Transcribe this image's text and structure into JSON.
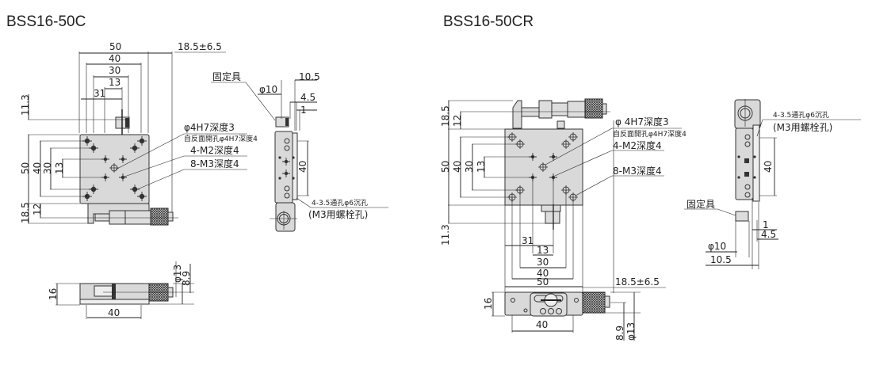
{
  "left_title": "BSS16-50C",
  "right_title": "BSS16-50CR",
  "left": {
    "top_dims": [
      "50",
      "40",
      "30",
      "13",
      "31"
    ],
    "stroke_dim": "18.5±6.5",
    "vertical_dims": [
      "11.3",
      "50",
      "40",
      "30",
      "13",
      "18.5",
      "12"
    ],
    "callouts": {
      "hole1": "φ4H7深度3",
      "hole1_sub": "自反面開孔φ4H7深度4",
      "m2": "4-M2深度4",
      "m3": "8-M3深度4"
    },
    "side": {
      "fixture": "固定具",
      "phi10": "φ10",
      "d105": "10.5",
      "d45": "4.5",
      "d1": "1",
      "d40": "40",
      "hole_note": "4-3.5通孔φ6沉孔",
      "hole_note2": "(M3用螺栓孔)"
    },
    "front": {
      "h16": "16",
      "w40": "40",
      "phi13": "φ13",
      "d89": "8.9"
    }
  },
  "right": {
    "vertical_dims": [
      "18.5",
      "12",
      "50",
      "40",
      "30",
      "13",
      "11.3"
    ],
    "bottom_dims": [
      "31",
      "13",
      "30",
      "40",
      "50"
    ],
    "stroke_dim": "18.5±6.5",
    "callouts": {
      "hole1": "φ 4H7深度3",
      "hole1_sub": "自反面開孔φ4H7深度4",
      "m2": "4-M2深度4",
      "m3": "8-M3深度4"
    },
    "side": {
      "hole_note": "4-3.5通孔φ6沉孔",
      "hole_note2": "(M3用螺栓孔)",
      "d40": "40",
      "fixture": "固定具",
      "d1": "1",
      "d45": "4.5",
      "phi10": "φ10",
      "d105": "10.5"
    },
    "front": {
      "h16": "16",
      "w40": "40",
      "d89": "8.9",
      "phi13": "φ13"
    }
  }
}
